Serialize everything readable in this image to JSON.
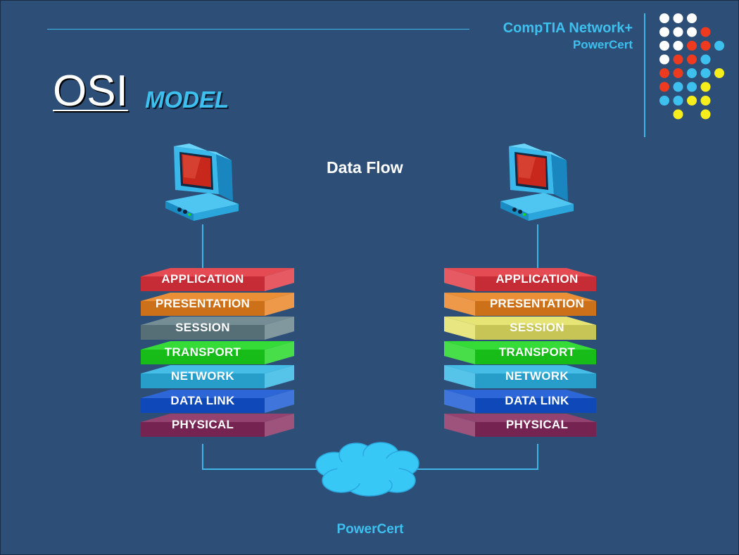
{
  "brand": {
    "title": "CompTIA Network+",
    "subtitle": "PowerCert"
  },
  "heading": {
    "primary": "OSI",
    "secondary": "MODEL"
  },
  "diagram": {
    "flow_label": "Data Flow",
    "left_stack": [
      {
        "label": "APPLICATION",
        "color": "#e0323c"
      },
      {
        "label": "PRESENTATION",
        "color": "#e8801c"
      },
      {
        "label": "SESSION",
        "color": "#627e86"
      },
      {
        "label": "TRANSPORT",
        "color": "#1ad61c"
      },
      {
        "label": "NETWORK",
        "color": "#2cb4e4"
      },
      {
        "label": "DATA LINK",
        "color": "#1052d2"
      },
      {
        "label": "PHYSICAL",
        "color": "#85285b"
      }
    ],
    "right_stack": [
      {
        "label": "APPLICATION",
        "color": "#e0323c"
      },
      {
        "label": "PRESENTATION",
        "color": "#e8801c"
      },
      {
        "label": "SESSION",
        "color": "#e2e062"
      },
      {
        "label": "TRANSPORT",
        "color": "#1ad61c"
      },
      {
        "label": "NETWORK",
        "color": "#2cb4e4"
      },
      {
        "label": "DATA LINK",
        "color": "#1052d2"
      },
      {
        "label": "PHYSICAL",
        "color": "#85285b"
      }
    ],
    "icons": [
      "computer-icon",
      "computer-icon",
      "cloud-icon"
    ]
  },
  "footer": {
    "text": "PowerCert"
  },
  "colors": {
    "background": "#2d4f77",
    "accent": "#3ec0ef",
    "dot_red": "#ee3a1e",
    "dot_yellow": "#f6ee1c",
    "dot_white": "#ffffff"
  }
}
